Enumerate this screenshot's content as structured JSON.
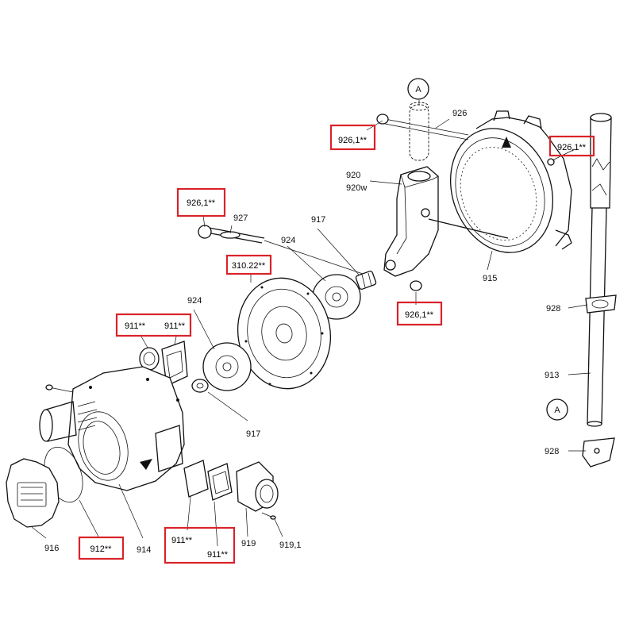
{
  "highlighted_labels": {
    "h1": "926,1**",
    "h2": "926,1**",
    "h3": "926,1**",
    "h4": "310.22**",
    "h5": "926,1**",
    "h6a": "911**",
    "h6b": "911**",
    "h7": "912**",
    "h8a": "911**",
    "h8b": "911**"
  },
  "labels": {
    "ref_a_top": "A",
    "ref_a_mid": "A",
    "l926": "926",
    "l920": "920",
    "l920w": "920w",
    "l927": "927",
    "l917_top": "917",
    "l924_top": "924",
    "l915": "915",
    "l924_mid": "924",
    "l928_top": "928",
    "l913": "913",
    "l917_bot": "917",
    "l928_bot": "928",
    "l916": "916",
    "l914": "914",
    "l919": "919",
    "l9191": "919,1"
  },
  "colors": {
    "highlight_box": "#d9232a",
    "line_art": "#111111",
    "background": "#ffffff"
  }
}
